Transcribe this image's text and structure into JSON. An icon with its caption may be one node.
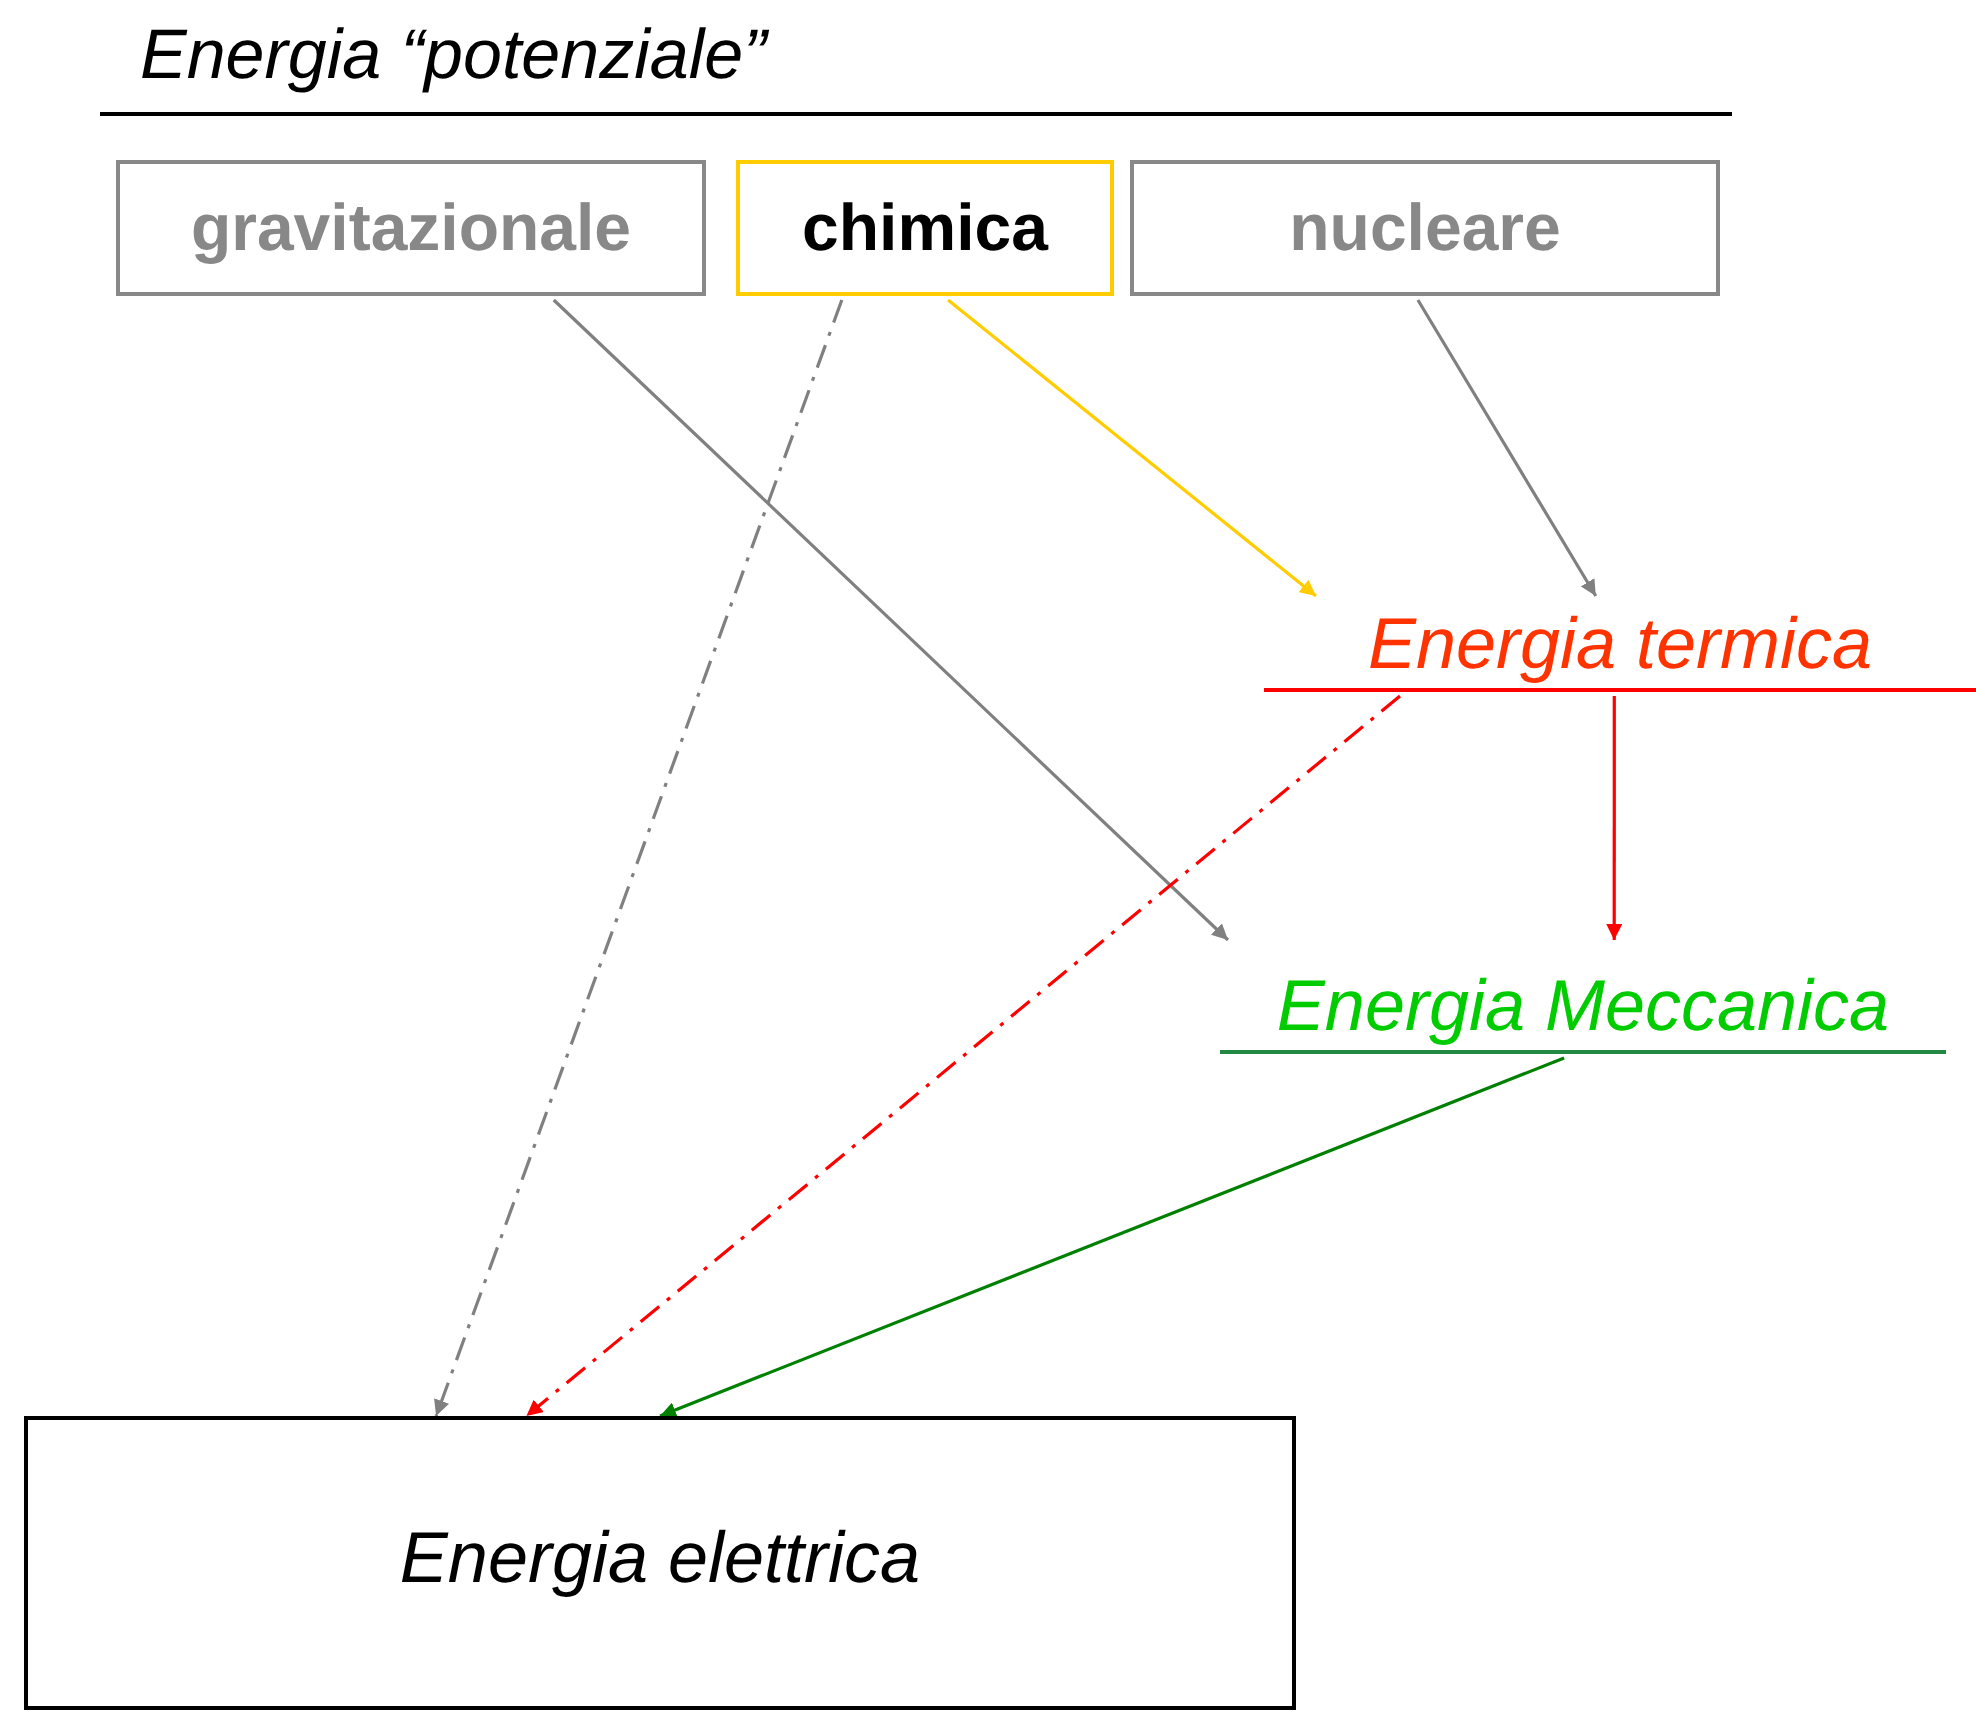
{
  "diagram": {
    "title": "Energia “potenziale”",
    "nodes": [
      {
        "text": [
          "gravitazionale"
        ]
      },
      {
        "text": [
          "chimica"
        ]
      },
      {
        "text": [
          "nucleare"
        ]
      },
      {
        "text": [
          "Energia termica"
        ]
      },
      {
        "text": [
          "Energia Meccanica"
        ]
      },
      {
        "text": [
          "Energia elettrica"
        ]
      }
    ],
    "edges": [
      {
        "from": 0,
        "to": 4,
        "arrow": "to"
      },
      {
        "from": 1,
        "to": 5,
        "arrow": "to",
        "style": "dashed"
      },
      {
        "from": 1,
        "to": 3,
        "arrow": "to",
        "color": "#ffcc00"
      },
      {
        "from": 2,
        "to": 3,
        "arrow": "to"
      },
      {
        "from": 3,
        "to": 4,
        "arrow": "to",
        "color": "#ff0000"
      },
      {
        "from": 3,
        "to": 5,
        "arrow": "to",
        "style": "dashed",
        "color": "#ff0000"
      },
      {
        "from": 4,
        "to": 5,
        "arrow": "to",
        "color": "#008000"
      }
    ]
  }
}
